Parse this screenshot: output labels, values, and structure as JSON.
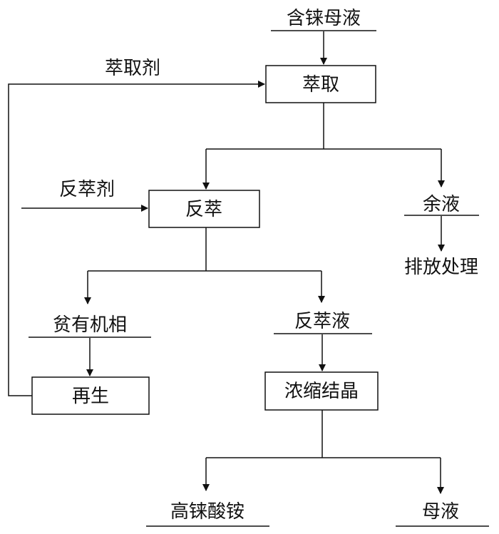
{
  "nodes": {
    "rhenium_mother_liquor": "含铼母液",
    "extraction": "萃取",
    "extractant": "萃取剂",
    "back_extraction": "反萃",
    "stripping_agent": "反萃剂",
    "raffinate": "余液",
    "discharge_treatment": "排放处理",
    "lean_organic_phase": "贫有机相",
    "strip_liquor": "反萃液",
    "regeneration": "再生",
    "concentration_crystallization": "浓缩结晶",
    "ammonium_perrhenate": "高铼酸铵",
    "mother_liquor": "母液"
  }
}
